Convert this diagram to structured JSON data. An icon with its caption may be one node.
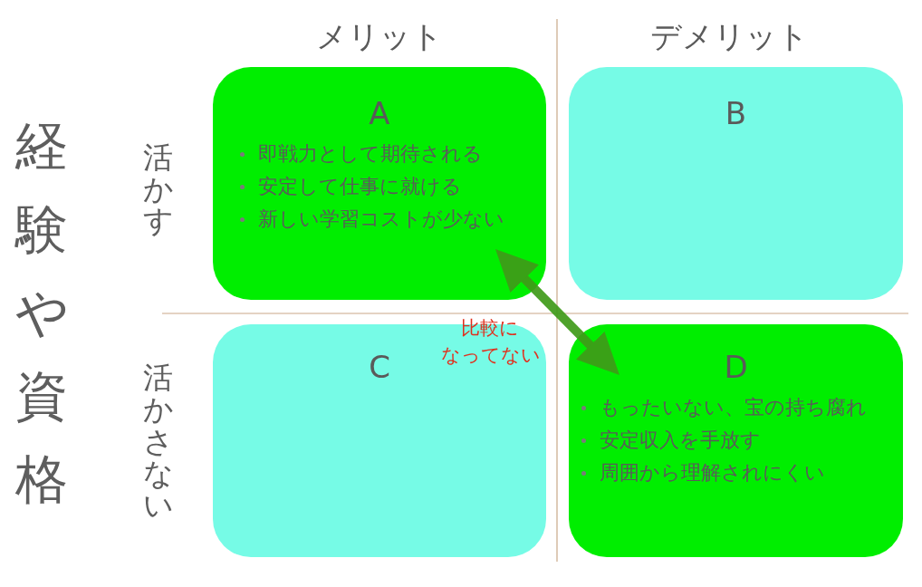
{
  "diagram": {
    "nodes": [
      {
        "text": [
          "A",
          "即戦力として期待される",
          "安定して仕事に就ける",
          "新しい学習コストが少ない"
        ]
      },
      {
        "text": [
          "B"
        ]
      },
      {
        "text": [
          "C"
        ]
      },
      {
        "text": [
          "D",
          "もったいない、宝の持ち腐れ",
          "安定収入を手放す",
          "周囲から理解されにくい"
        ]
      }
    ],
    "edges": [
      {
        "from": 0,
        "to": 3,
        "arrow": "both",
        "label": "比較になってない"
      }
    ],
    "labels": [
      "メリット",
      "デメリット",
      "経験や資格",
      "活かす",
      "活かさない"
    ]
  }
}
